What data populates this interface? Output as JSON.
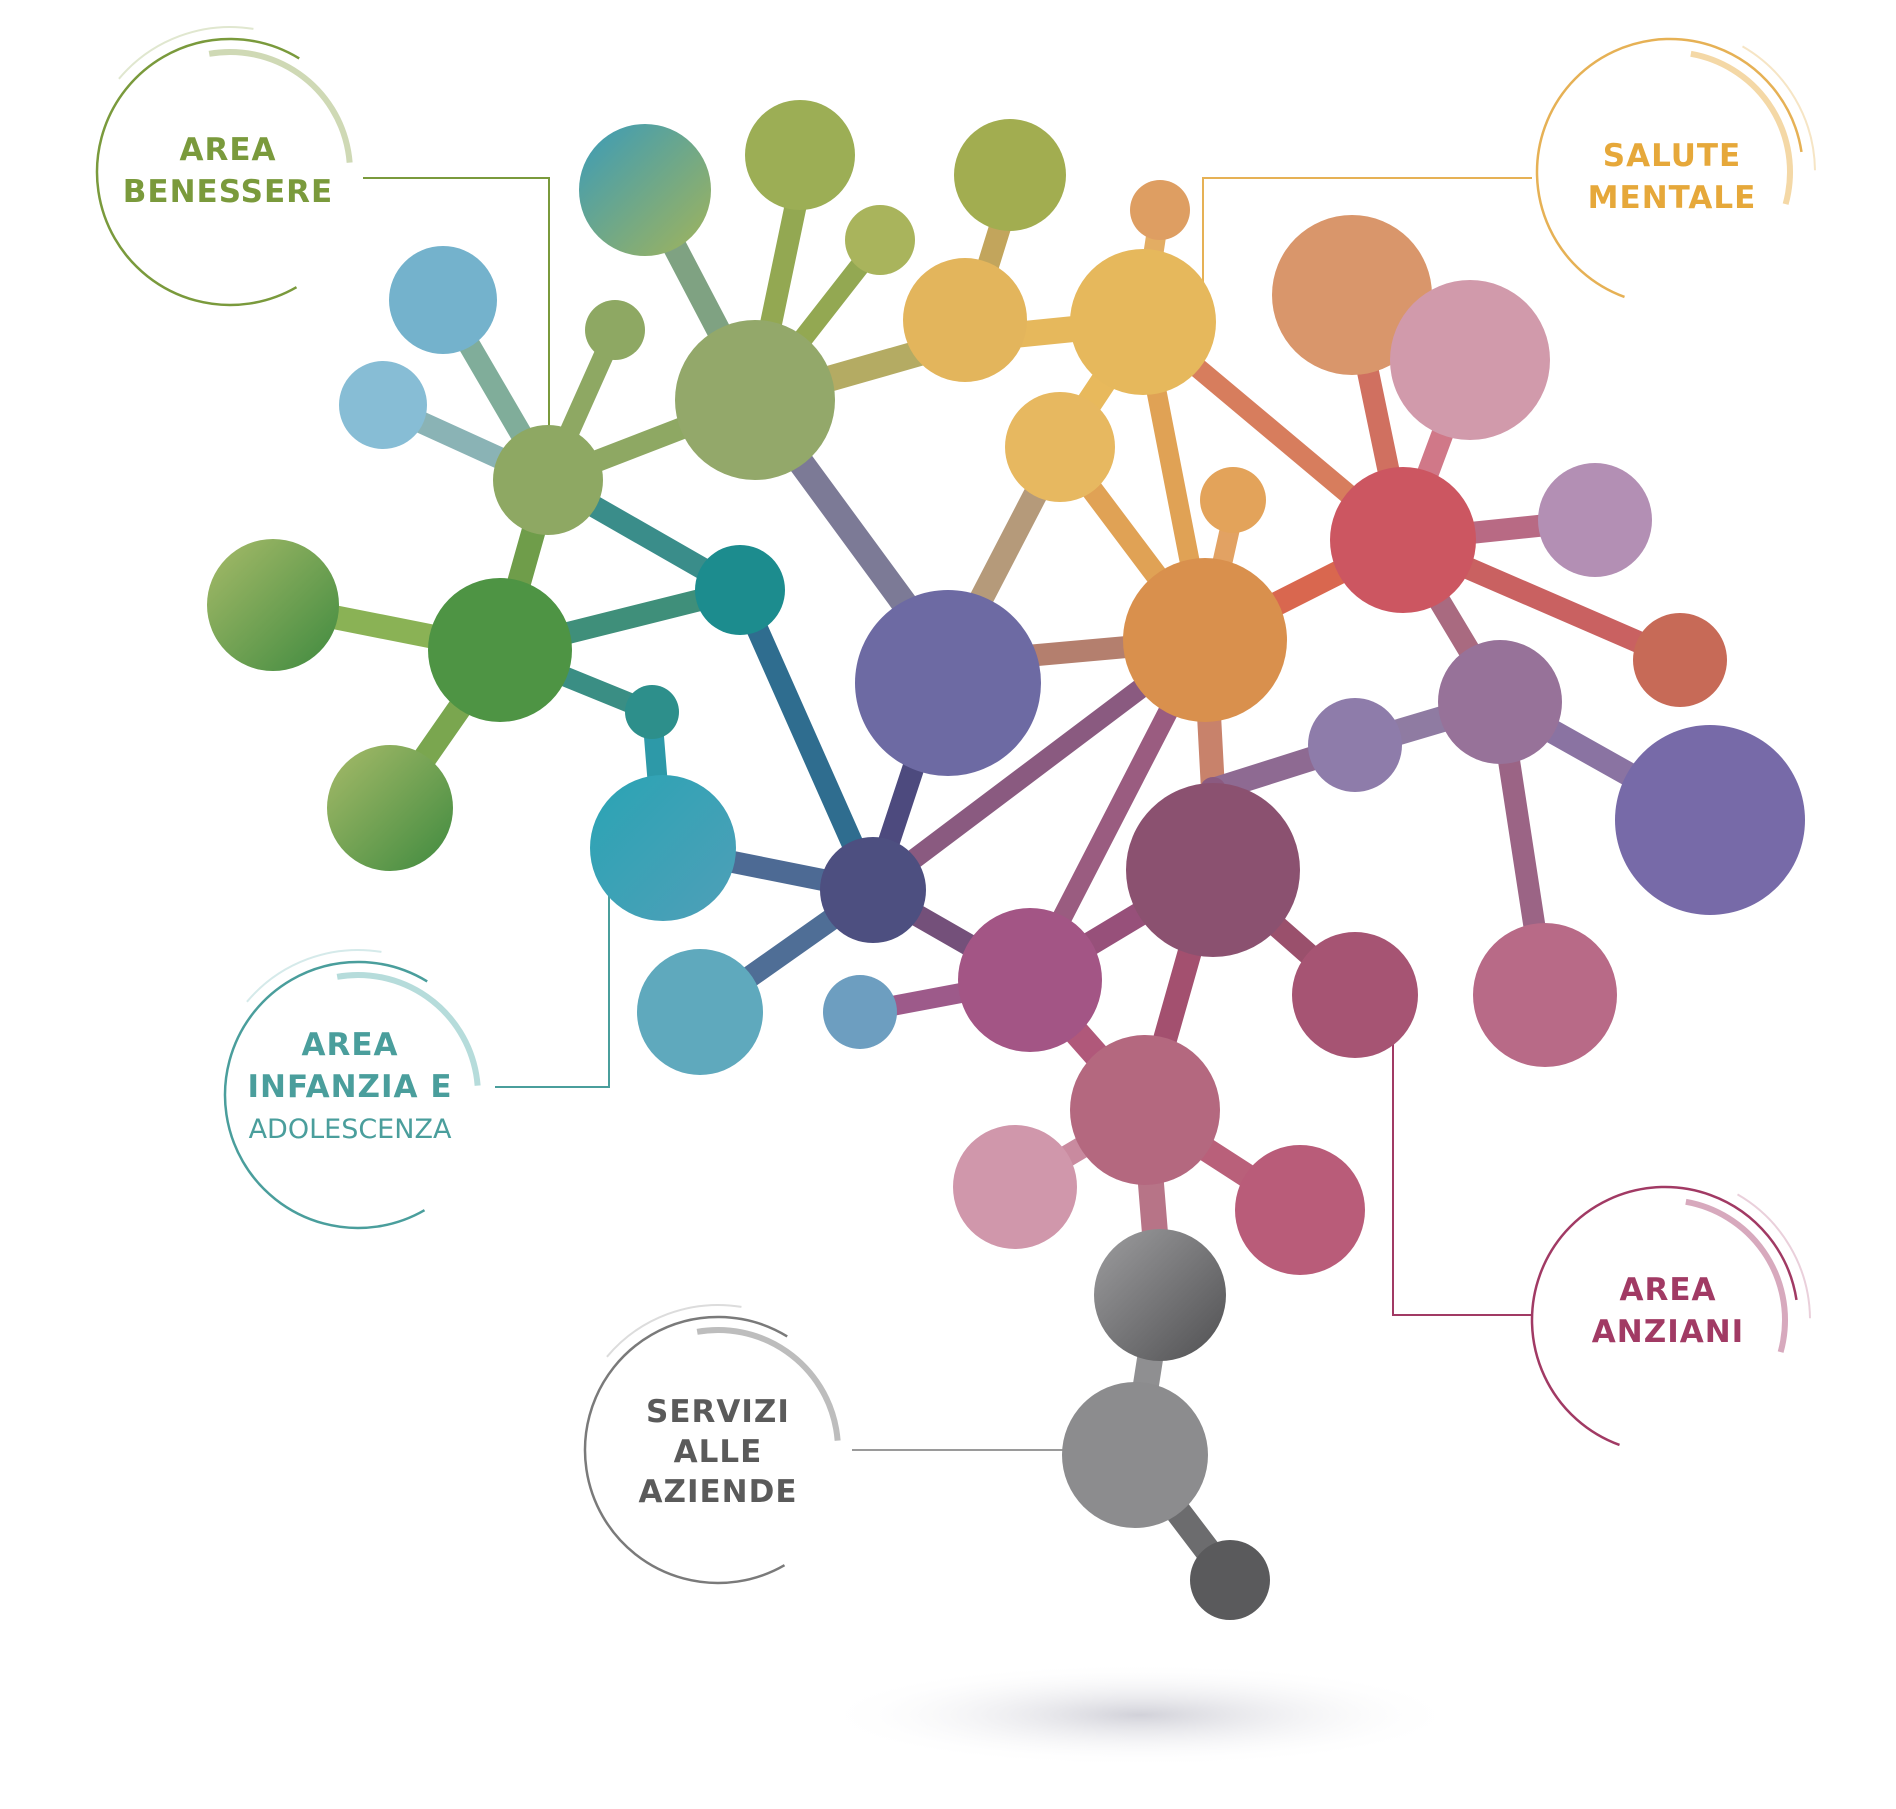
{
  "areas": [
    {
      "id": "benessere",
      "lines": [
        "AREA",
        "BENESSERE"
      ],
      "color": "#7a9a3c"
    },
    {
      "id": "salute",
      "lines": [
        "SALUTE",
        "MENTALE"
      ],
      "color": "#e6a83a"
    },
    {
      "id": "infanzia",
      "lines": [
        "AREA",
        "INFANZIA E",
        "ADOLESCENZA"
      ],
      "color": "#4a9e9c"
    },
    {
      "id": "anziani",
      "lines": [
        "AREA",
        "ANZIANI"
      ],
      "color": "#a13a64"
    },
    {
      "id": "servizi",
      "lines": [
        "SERVIZI",
        "ALLE",
        "AZIENDE"
      ],
      "color": "#5a5a5a"
    }
  ]
}
